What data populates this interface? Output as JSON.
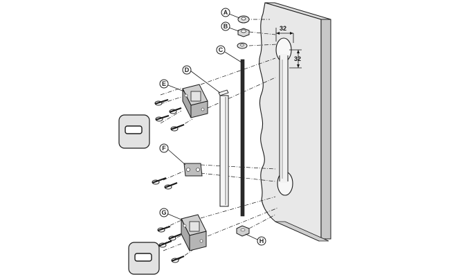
{
  "diagram": {
    "part_labels": [
      "A",
      "B",
      "C",
      "D",
      "E",
      "F",
      "G",
      "H"
    ],
    "dimensions": {
      "horizontal": "32",
      "vertical": "32"
    },
    "colors": {
      "panel_face": "#e6e6e6",
      "panel_side": "#cfcfcf",
      "line": "#1a1a1a",
      "bracket": "#bdbdbd",
      "callout_fill": "#ffffff"
    }
  }
}
